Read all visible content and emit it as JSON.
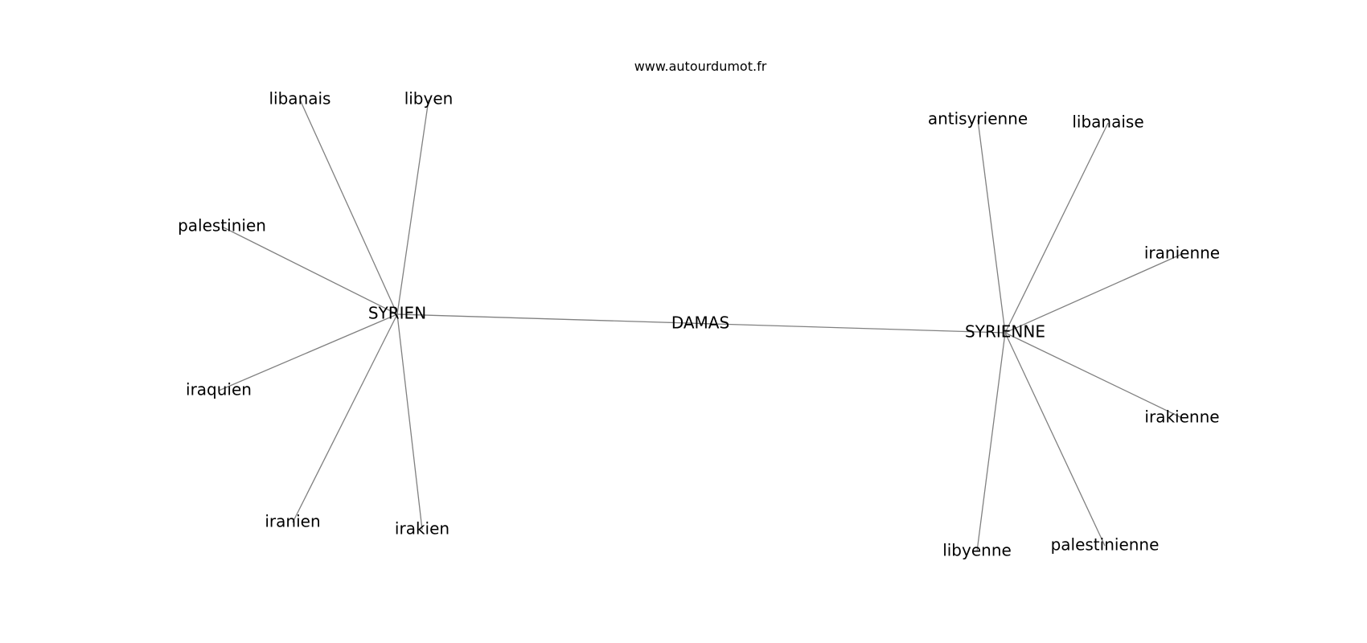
{
  "source": "www.autourdumot.fr",
  "nodes": [
    {
      "id": "damas",
      "label": "DAMAS"
    },
    {
      "id": "syrien",
      "label": "SYRIEN"
    },
    {
      "id": "syrienne",
      "label": "SYRIENNE"
    },
    {
      "id": "libanais",
      "label": "libanais"
    },
    {
      "id": "libyen",
      "label": "libyen"
    },
    {
      "id": "palestinien",
      "label": "palestinien"
    },
    {
      "id": "iraquien",
      "label": "iraquien"
    },
    {
      "id": "iranien",
      "label": "iranien"
    },
    {
      "id": "irakien",
      "label": "irakien"
    },
    {
      "id": "antisyrienne",
      "label": "antisyrienne"
    },
    {
      "id": "libanaise",
      "label": "libanaise"
    },
    {
      "id": "iranienne",
      "label": "iranienne"
    },
    {
      "id": "irakienne",
      "label": "irakienne"
    },
    {
      "id": "palestinienne",
      "label": "palestinienne"
    },
    {
      "id": "libyenne",
      "label": "libyenne"
    }
  ],
  "edges": [
    [
      "syrien",
      "syrienne"
    ],
    [
      "syrien",
      "libanais"
    ],
    [
      "syrien",
      "libyen"
    ],
    [
      "syrien",
      "palestinien"
    ],
    [
      "syrien",
      "iraquien"
    ],
    [
      "syrien",
      "iranien"
    ],
    [
      "syrien",
      "irakien"
    ],
    [
      "syrienne",
      "antisyrienne"
    ],
    [
      "syrienne",
      "libanaise"
    ],
    [
      "syrienne",
      "iranienne"
    ],
    [
      "syrienne",
      "irakienne"
    ],
    [
      "syrienne",
      "palestinienne"
    ],
    [
      "syrienne",
      "libyenne"
    ]
  ]
}
